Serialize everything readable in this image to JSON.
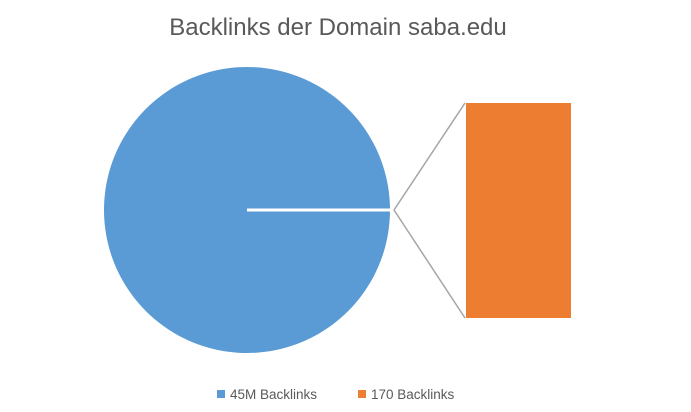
{
  "chart_data": {
    "type": "pie",
    "subtype": "bar-of-pie",
    "title": "Backlinks der Domain saba.edu",
    "slices": [
      {
        "label": "45M Backlinks",
        "value": 45000000,
        "color": "#5B9BD5"
      },
      {
        "label": "170 Backlinks",
        "value": 170,
        "color": "#ED7D31"
      }
    ],
    "secondary_bar": {
      "label": "170 Backlinks",
      "value": 170,
      "color": "#ED7D31"
    },
    "legend": {
      "placement": "bottom"
    },
    "connector_color": "#A5A5A5"
  }
}
